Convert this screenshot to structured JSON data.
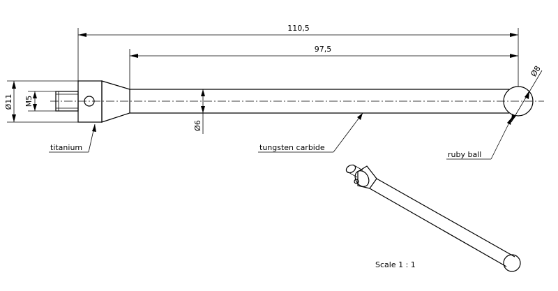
{
  "dimensions": {
    "overall_length": "110,5",
    "shaft_length": "97,5",
    "head_diameter": "Ø11",
    "thread": "M5",
    "shaft_diameter": "Ø6",
    "ball_diameter": "Ø8"
  },
  "labels": {
    "head_material": "titanium",
    "shaft_material": "tungsten carbide",
    "ball_material": "ruby ball"
  },
  "scale": "Scale 1 : 1"
}
